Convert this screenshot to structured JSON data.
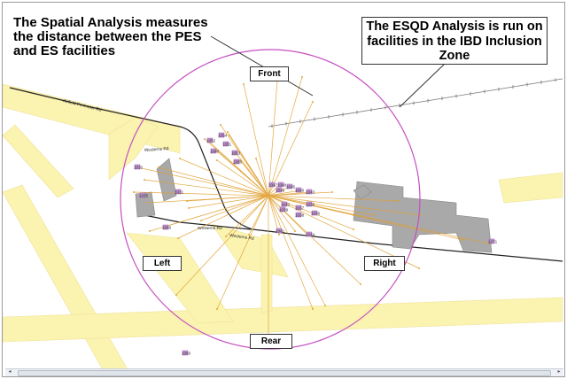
{
  "callouts": {
    "left": "The Spatial Analysis measures the distance between the PES and ES facilities",
    "right": "The ESQD Analysis is run on facilities in the IBD Inclusion Zone"
  },
  "quadrants": {
    "front": "Front",
    "left": "Left",
    "right": "Right",
    "rear": "Rear"
  },
  "roads": {
    "perimeter": "Airfield Perimeter Rd",
    "road2": "Westerns Rd",
    "road3": "Westerns Rd",
    "road4": "Westerns Rd"
  },
  "facilities": [
    "1054",
    "1052",
    "1051",
    "1053",
    "1050",
    "1040",
    "1047",
    "1048",
    "1045",
    "1049",
    "1046",
    "1043",
    "1042",
    "1039",
    "1038",
    "1035",
    "1037",
    "1036",
    "1041",
    "1044",
    "1032",
    "1055",
    "1066",
    "1031",
    "1071",
    "1060"
  ],
  "colors": {
    "zone_circle": "#c44fc0",
    "analysis_lines": "#e0a030",
    "roads_fill": "#fbf3b0",
    "buildings": "#a9a9a9",
    "facility_fill": "#c795d6"
  },
  "scroll_arrow_icons": [
    "left-arrow-icon",
    "right-arrow-icon"
  ]
}
